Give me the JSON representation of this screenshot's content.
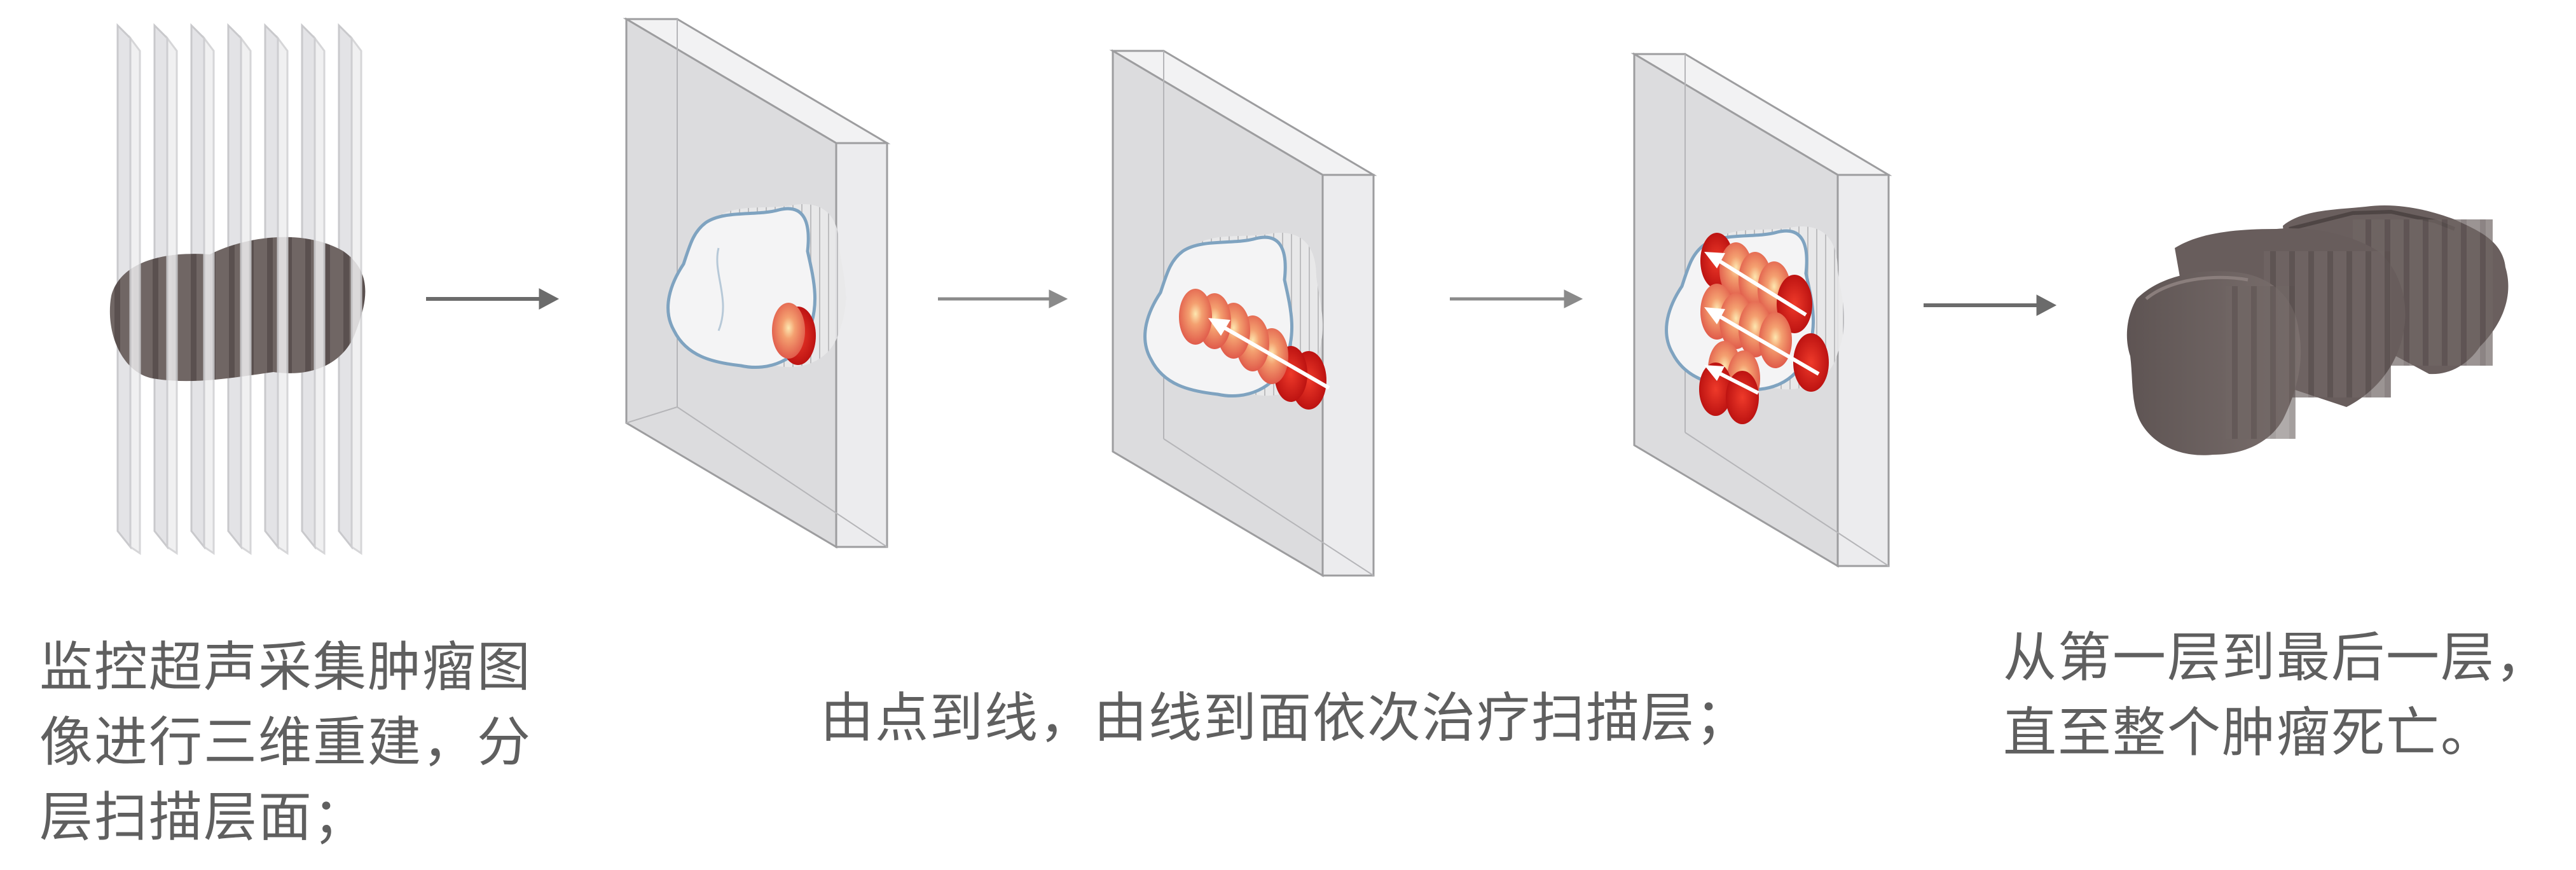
{
  "steps": [
    {
      "id": "step-1",
      "caption_lines": [
        "监控超声采集肿瘤图",
        "像进行三维重建，分",
        "层扫描层面；"
      ]
    },
    {
      "id": "step-2",
      "caption_lines": [
        "由点到线，由线到面依次治疗扫描层；"
      ]
    },
    {
      "id": "step-3",
      "caption_lines": [
        "从第一层到最后一层，",
        "直至整个肿瘤死亡。"
      ]
    }
  ],
  "colors": {
    "tumor_dark": "#6e6463",
    "slab_fill": "#d9d9db",
    "slab_edge": "#9a9a9c",
    "tumor_outline": "#7fa3c0",
    "focus_red": "#d42020",
    "focus_light": "#f08a6a",
    "arrow_gray": "#707070"
  },
  "icons": [
    "ultrasound-slices-icon",
    "tissue-slab-icon",
    "focal-spot-icon",
    "treatment-arrow-icon",
    "necrotic-tumor-icon"
  ]
}
